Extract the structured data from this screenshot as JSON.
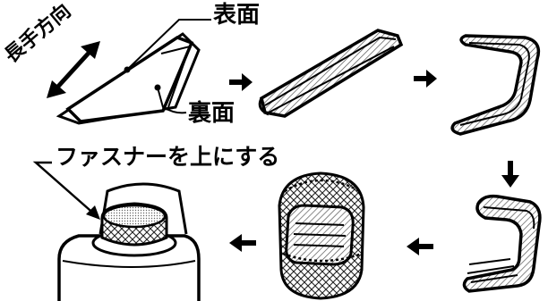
{
  "labels": {
    "front_side": "表面",
    "back_side": "裏面",
    "long_direction": "長手方向",
    "zipper_up": "ファスナーを上にする"
  }
}
